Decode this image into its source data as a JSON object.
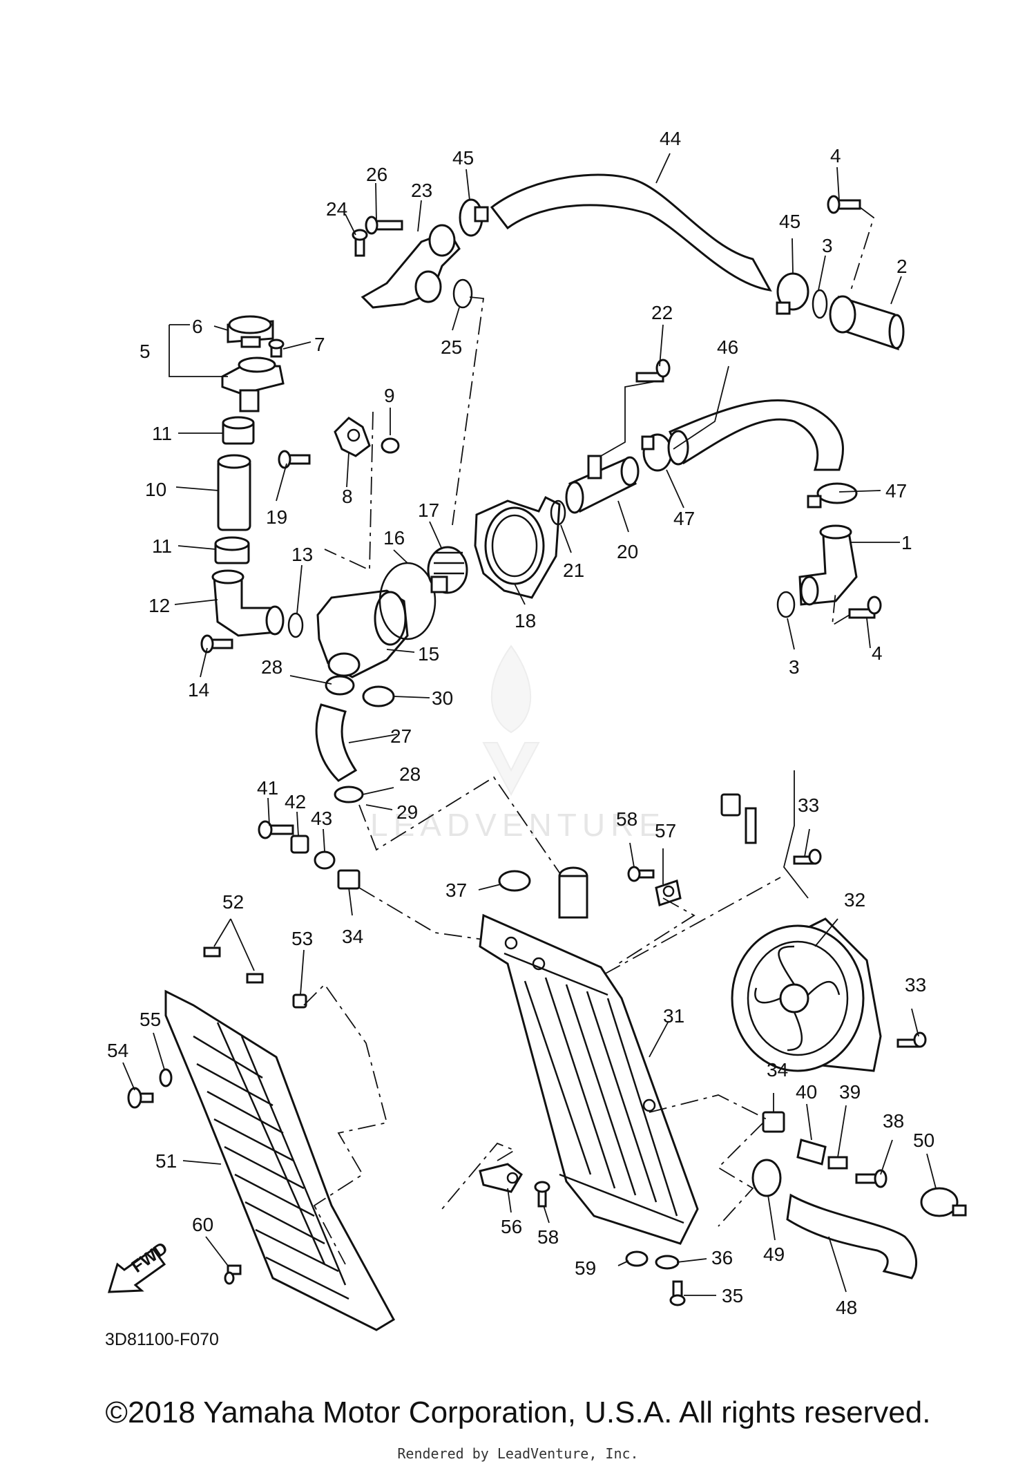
{
  "diagram_code": "3D81100-F070",
  "fwd_label": "FWD",
  "watermark": "LEADVENTURE",
  "copyright": "©2018 Yamaha Motor Corporation, U.S.A. All rights reserved.",
  "rendered_by": "Rendered by LeadVenture, Inc.",
  "callouts": [
    "1",
    "2",
    "3",
    "3",
    "4",
    "4",
    "5",
    "6",
    "7",
    "8",
    "9",
    "10",
    "11",
    "11",
    "12",
    "13",
    "14",
    "15",
    "16",
    "17",
    "18",
    "19",
    "20",
    "21",
    "22",
    "23",
    "24",
    "25",
    "26",
    "27",
    "28",
    "28",
    "29",
    "30",
    "31",
    "32",
    "33",
    "33",
    "34",
    "34",
    "35",
    "36",
    "37",
    "38",
    "39",
    "40",
    "41",
    "42",
    "43",
    "44",
    "45",
    "45",
    "46",
    "47",
    "47",
    "48",
    "49",
    "50",
    "51",
    "52",
    "53",
    "54",
    "55",
    "56",
    "57",
    "58",
    "58",
    "59",
    "60"
  ]
}
